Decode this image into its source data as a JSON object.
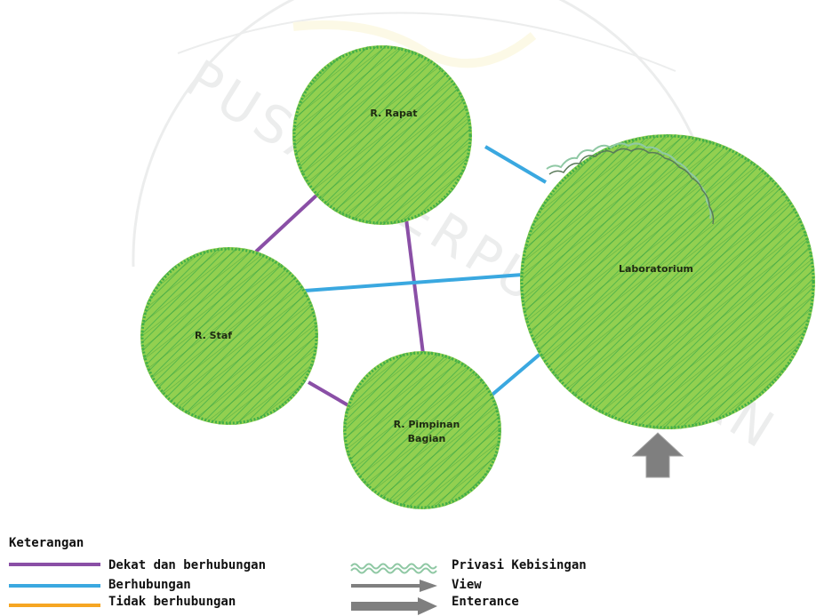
{
  "watermark": {
    "text": "PUSAT PERPUSTAKAAN"
  },
  "nodes": {
    "rapat": "R. Rapat",
    "laboratorium": "Laboratorium",
    "staf": "R. Staf",
    "pimpinan_line1": "R. Pimpinan",
    "pimpinan_line2": "Bagian"
  },
  "relations": [
    {
      "from": "R. Rapat",
      "to": "R. Staf",
      "type": "Dekat dan berhubungan"
    },
    {
      "from": "R. Rapat",
      "to": "R. Pimpinan Bagian",
      "type": "Dekat dan berhubungan"
    },
    {
      "from": "R. Staf",
      "to": "R. Pimpinan Bagian",
      "type": "Dekat dan berhubungan"
    },
    {
      "from": "R. Rapat",
      "to": "Laboratorium",
      "type": "Berhubungan"
    },
    {
      "from": "R. Staf",
      "to": "Laboratorium",
      "type": "Berhubungan"
    },
    {
      "from": "R. Pimpinan Bagian",
      "to": "Laboratorium",
      "type": "Berhubungan"
    }
  ],
  "colors": {
    "close_related": "#8a4fa6",
    "related": "#3aa8e0",
    "unrelated": "#f6a623",
    "node_fill": "#92d050",
    "node_hatch": "#3fae49",
    "privacy": "#8fc8a4",
    "arrow": "#7f7f7f"
  },
  "legend": {
    "title": "Keterangan",
    "close_related": "Dekat dan berhubungan",
    "related": "Berhubungan",
    "unrelated": "Tidak berhubungan",
    "privacy": "Privasi Kebisingan",
    "view": "View",
    "entrance": "Enterance"
  }
}
